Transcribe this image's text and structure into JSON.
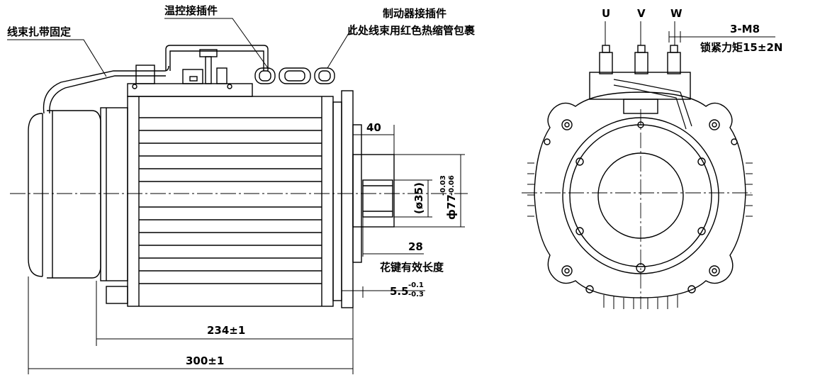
{
  "side_view": {
    "labels": {
      "harness_fix": "线束扎带固定",
      "temp_connector": "温控接插件",
      "controller_connector": "制动器接插件",
      "harness_note": "此处线束用红色热缩管包裹",
      "spline_length": "花键有效长度"
    },
    "dimensions": {
      "d40": "40",
      "d28": "28",
      "d35": "(ø35)",
      "d77": "ф77",
      "d77_tol_upper": "-0.03",
      "d77_tol_lower": "-0.06",
      "d55": "5.5",
      "d55_tol_upper": "-0.1",
      "d55_tol_lower": "-0.3",
      "d234": "234±1",
      "d300": "300±1"
    }
  },
  "front_view": {
    "phases": [
      "U",
      "V",
      "W"
    ],
    "bolt_spec": "3-M8",
    "torque": "锁紧力矩15±2N"
  }
}
